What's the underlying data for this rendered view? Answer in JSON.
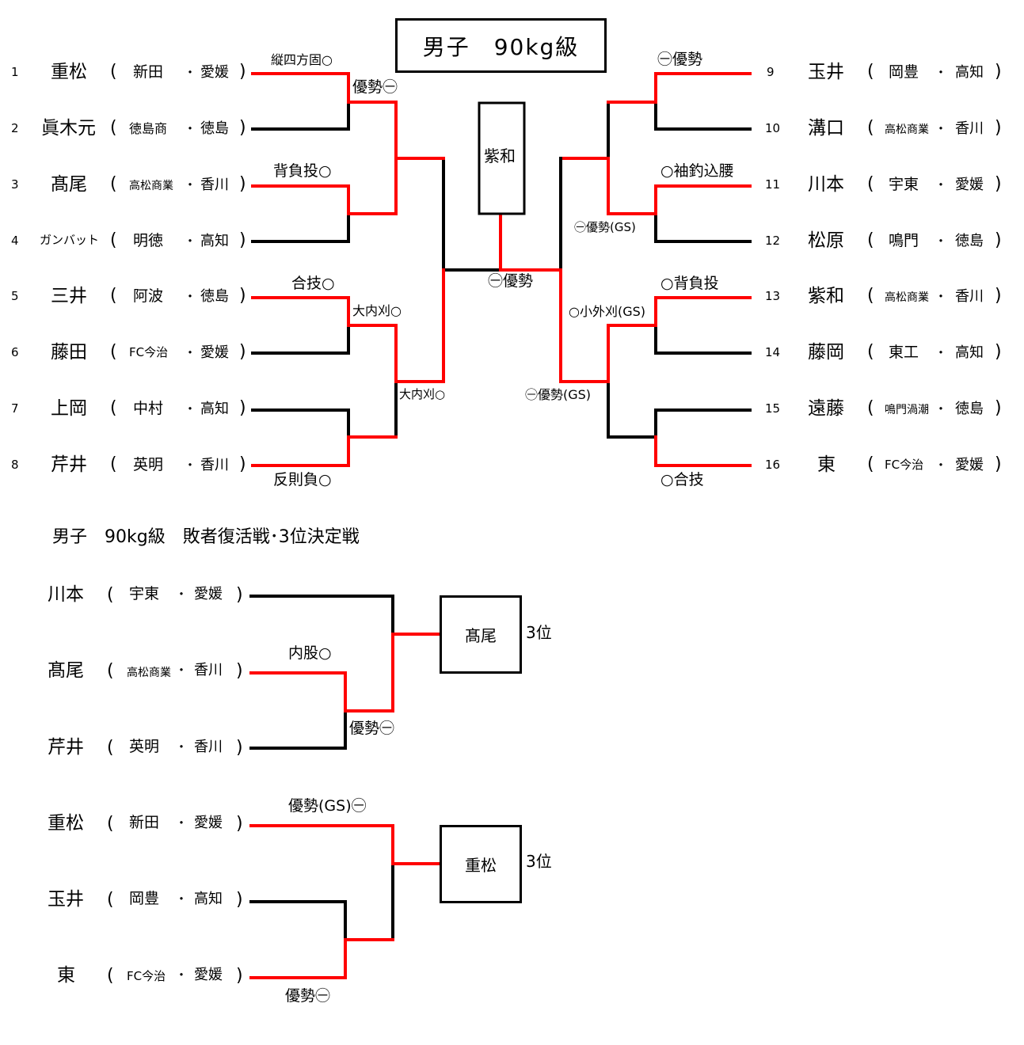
{
  "title": "男子　90kg級",
  "champion": "紫和",
  "rep_title": "男子　90kg級　敗者復活戦･3位決定戦",
  "left_entries": [
    {
      "no": "1",
      "name": "重松",
      "school": "新田",
      "pref": "愛媛"
    },
    {
      "no": "2",
      "name": "眞木元",
      "school": "徳島商",
      "pref": "徳島"
    },
    {
      "no": "3",
      "name": "髙尾",
      "school": "高松商業",
      "pref": "香川"
    },
    {
      "no": "4",
      "name": "ガンバット",
      "school": "明徳",
      "pref": "高知"
    },
    {
      "no": "5",
      "name": "三井",
      "school": "阿波",
      "pref": "徳島"
    },
    {
      "no": "6",
      "name": "藤田",
      "school": "FC今治",
      "pref": "愛媛"
    },
    {
      "no": "7",
      "name": "上岡",
      "school": "中村",
      "pref": "高知"
    },
    {
      "no": "8",
      "name": "芹井",
      "school": "英明",
      "pref": "香川"
    }
  ],
  "right_entries": [
    {
      "no": "9",
      "name": "玉井",
      "school": "岡豊",
      "pref": "高知"
    },
    {
      "no": "10",
      "name": "溝口",
      "school": "高松商業",
      "pref": "香川"
    },
    {
      "no": "11",
      "name": "川本",
      "school": "宇東",
      "pref": "愛媛"
    },
    {
      "no": "12",
      "name": "松原",
      "school": "鳴門",
      "pref": "徳島"
    },
    {
      "no": "13",
      "name": "紫和",
      "school": "高松商業",
      "pref": "香川"
    },
    {
      "no": "14",
      "name": "藤岡",
      "school": "東工",
      "pref": "高知"
    },
    {
      "no": "15",
      "name": "遠藤",
      "school": "鳴門渦潮",
      "pref": "徳島"
    },
    {
      "no": "16",
      "name": "東",
      "school": "FC今治",
      "pref": "愛媛"
    }
  ],
  "results": {
    "l_r1_m1": "縦四方固○",
    "l_r2_m1": "優勢㊀",
    "l_r1_m2": "背負投○",
    "l_r1_m3": "合技○",
    "l_r2_m2": "大内刈○",
    "l_sf": "大内刈○",
    "l_r1_m4": "反則負○",
    "final": "㊀優勢",
    "r_r1_m1": "㊀優勢",
    "r_r1_m2": "○袖釣込腰",
    "r_r2_m1": "㊀優勢(GS)",
    "r_r1_m3": "○背負投",
    "r_r2_m2": "○小外刈(GS)",
    "r_sf": "㊀優勢(GS)",
    "r_r1_m4": "○合技"
  },
  "rep_brackets": [
    {
      "entries": [
        {
          "name": "川本",
          "school": "宇東",
          "pref": "愛媛"
        },
        {
          "name": "髙尾",
          "school": "高松商業",
          "pref": "香川"
        },
        {
          "name": "芹井",
          "school": "英明",
          "pref": "香川"
        }
      ],
      "tech1": "内股○",
      "tech2": "優勢㊀",
      "winner": "髙尾",
      "place": "3位"
    },
    {
      "entries": [
        {
          "name": "重松",
          "school": "新田",
          "pref": "愛媛"
        },
        {
          "name": "玉井",
          "school": "岡豊",
          "pref": "高知"
        },
        {
          "name": "東",
          "school": "FC今治",
          "pref": "愛媛"
        }
      ],
      "tech1": "優勢(GS)㊀",
      "tech2": "優勢㊀",
      "winner": "重松",
      "place": "3位"
    }
  ],
  "colors": {
    "win_line": "#ff0000",
    "line": "#000000"
  }
}
